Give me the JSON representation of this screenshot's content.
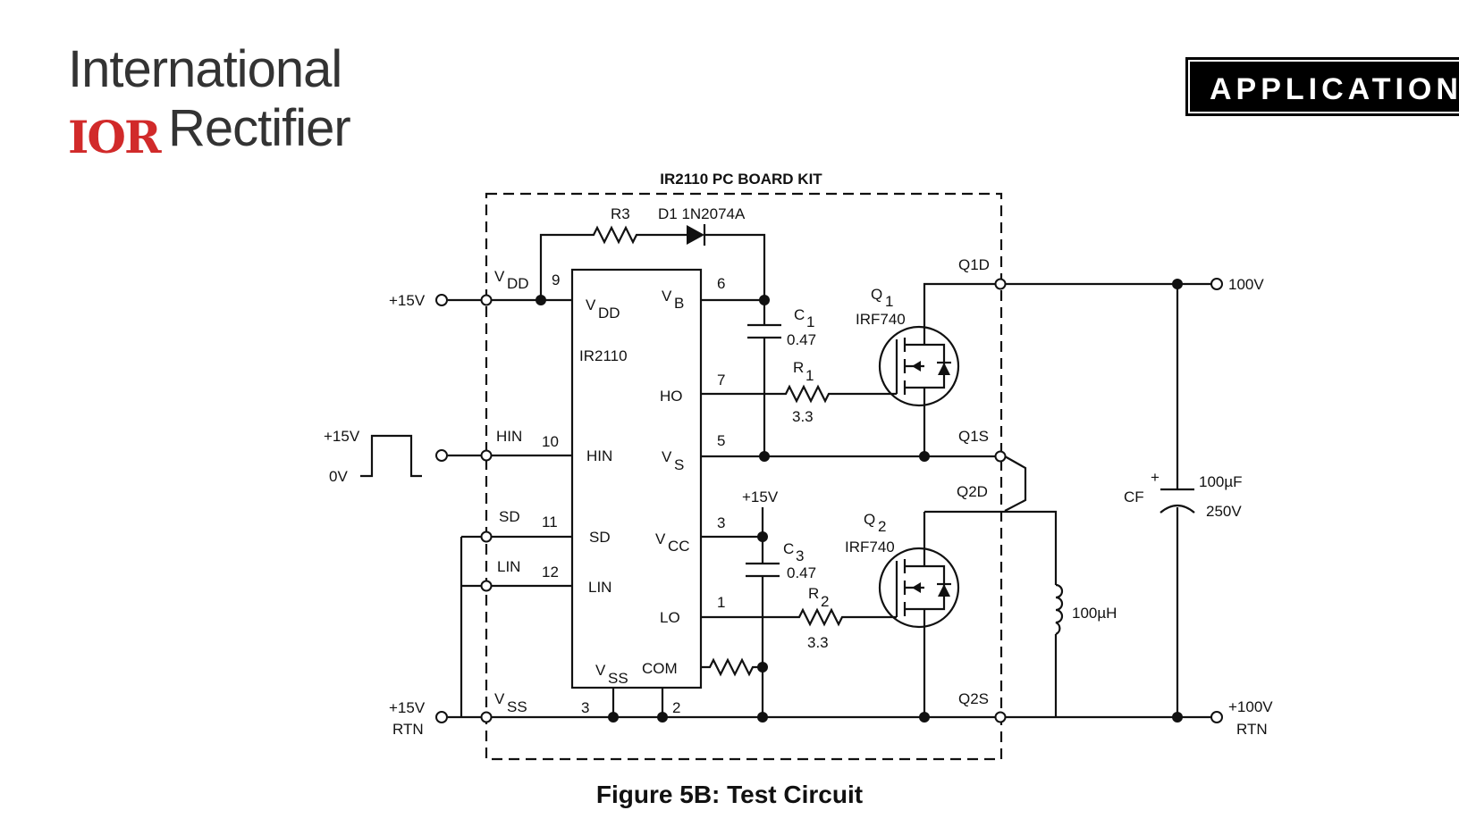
{
  "logo": {
    "line1": "International",
    "ior": "IOR",
    "line2": "Rectifier"
  },
  "banner": "APPLICATION  N",
  "kit_title": "IR2110 PC BOARD KIT",
  "caption": "Figure 5B: Test Circuit",
  "labels": {
    "r3": "R3",
    "d1": "D1 1N2074A",
    "vdd_outer": "V",
    "dd_sub": "DD",
    "pin9": "9",
    "plus15v": "+15V",
    "vdd_inner": "V",
    "vdd_inner_sub": "DD",
    "vb": "V",
    "vb_sub": "B",
    "pin6": "6",
    "ic_name": "IR2110",
    "ho": "HO",
    "pin7": "7",
    "hin_outer": "HIN",
    "pin10": "10",
    "hin_inner": "HIN",
    "vs": "V",
    "vs_sub": "S",
    "pin5": "5",
    "pulse_high": "+15V",
    "pulse_low": "0V",
    "sd_outer": "SD",
    "pin11": "11",
    "sd_inner": "SD",
    "vcc": "V",
    "vcc_sub": "CC",
    "pin3_top": "3",
    "lin_outer": "LIN",
    "pin12": "12",
    "lin_inner": "LIN",
    "lo": "LO",
    "pin1": "1",
    "vss_inner": "V",
    "vss_inner_sub": "SS",
    "com": "COM",
    "rtn15_a": "+15V",
    "rtn15_b": "RTN",
    "vss_outer": "V",
    "vss_outer_sub": "SS",
    "pin3_bot": "3",
    "pin2": "2",
    "c1": "C",
    "c1_sub": "1",
    "c1_val": "0.47",
    "r1": "R",
    "r1_sub": "1",
    "r1_val": "3.3",
    "q1": "Q",
    "q1_sub": "1",
    "q1_part": "IRF740",
    "q1d": "Q1D",
    "q1s": "Q1S",
    "q2d": "Q2D",
    "q2s": "Q2S",
    "plus15v_mid": "+15V",
    "c3": "C",
    "c3_sub": "3",
    "c3_val": "0.47",
    "r2": "R",
    "r2_sub": "2",
    "r2_val": "3.3",
    "q2": "Q",
    "q2_sub": "2",
    "q2_part": "IRF740",
    "inductor": "100µH",
    "cf": "CF",
    "cf_plus": "+",
    "cf_val1": "100µF",
    "cf_val2": "250V",
    "v100": "100V",
    "rtn100_a": "+100V",
    "rtn100_b": "RTN"
  }
}
